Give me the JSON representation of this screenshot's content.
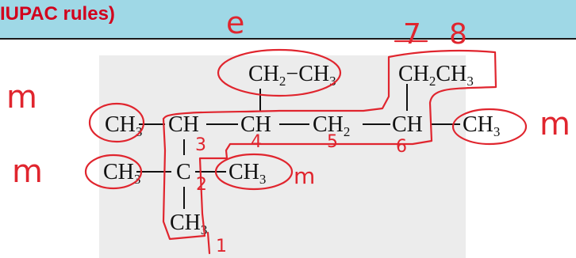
{
  "header": {
    "title": "IUPAC rules)",
    "accent_color": "#d2001c",
    "bar_color": "#9fd8e6"
  },
  "structure": {
    "groups": {
      "top_ethyl": "CH2−CH3",
      "top_right_ethyl": "CH2CH3",
      "chain_ch3_left": "CH3",
      "chain_ch_3": "CH",
      "chain_ch_4": "CH",
      "chain_ch2_5": "CH2",
      "chain_ch_6": "CH",
      "chain_ch3_right": "CH3",
      "quat_ch3_left": "CH3",
      "quat_c": "C",
      "quat_ch3_right": "CH3",
      "bottom_ch3": "CH3"
    }
  },
  "annotations": {
    "ink_color": "#e0252e",
    "e_label": "e",
    "num_7": "7",
    "num_8": "8",
    "num_6": "6",
    "num_5": "5",
    "num_4": "4",
    "num_3": "3",
    "num_2": "2",
    "num_1": "1",
    "m_left_top": "m",
    "m_left_bottom": "m",
    "m_right": "m",
    "m_middle": "m"
  }
}
